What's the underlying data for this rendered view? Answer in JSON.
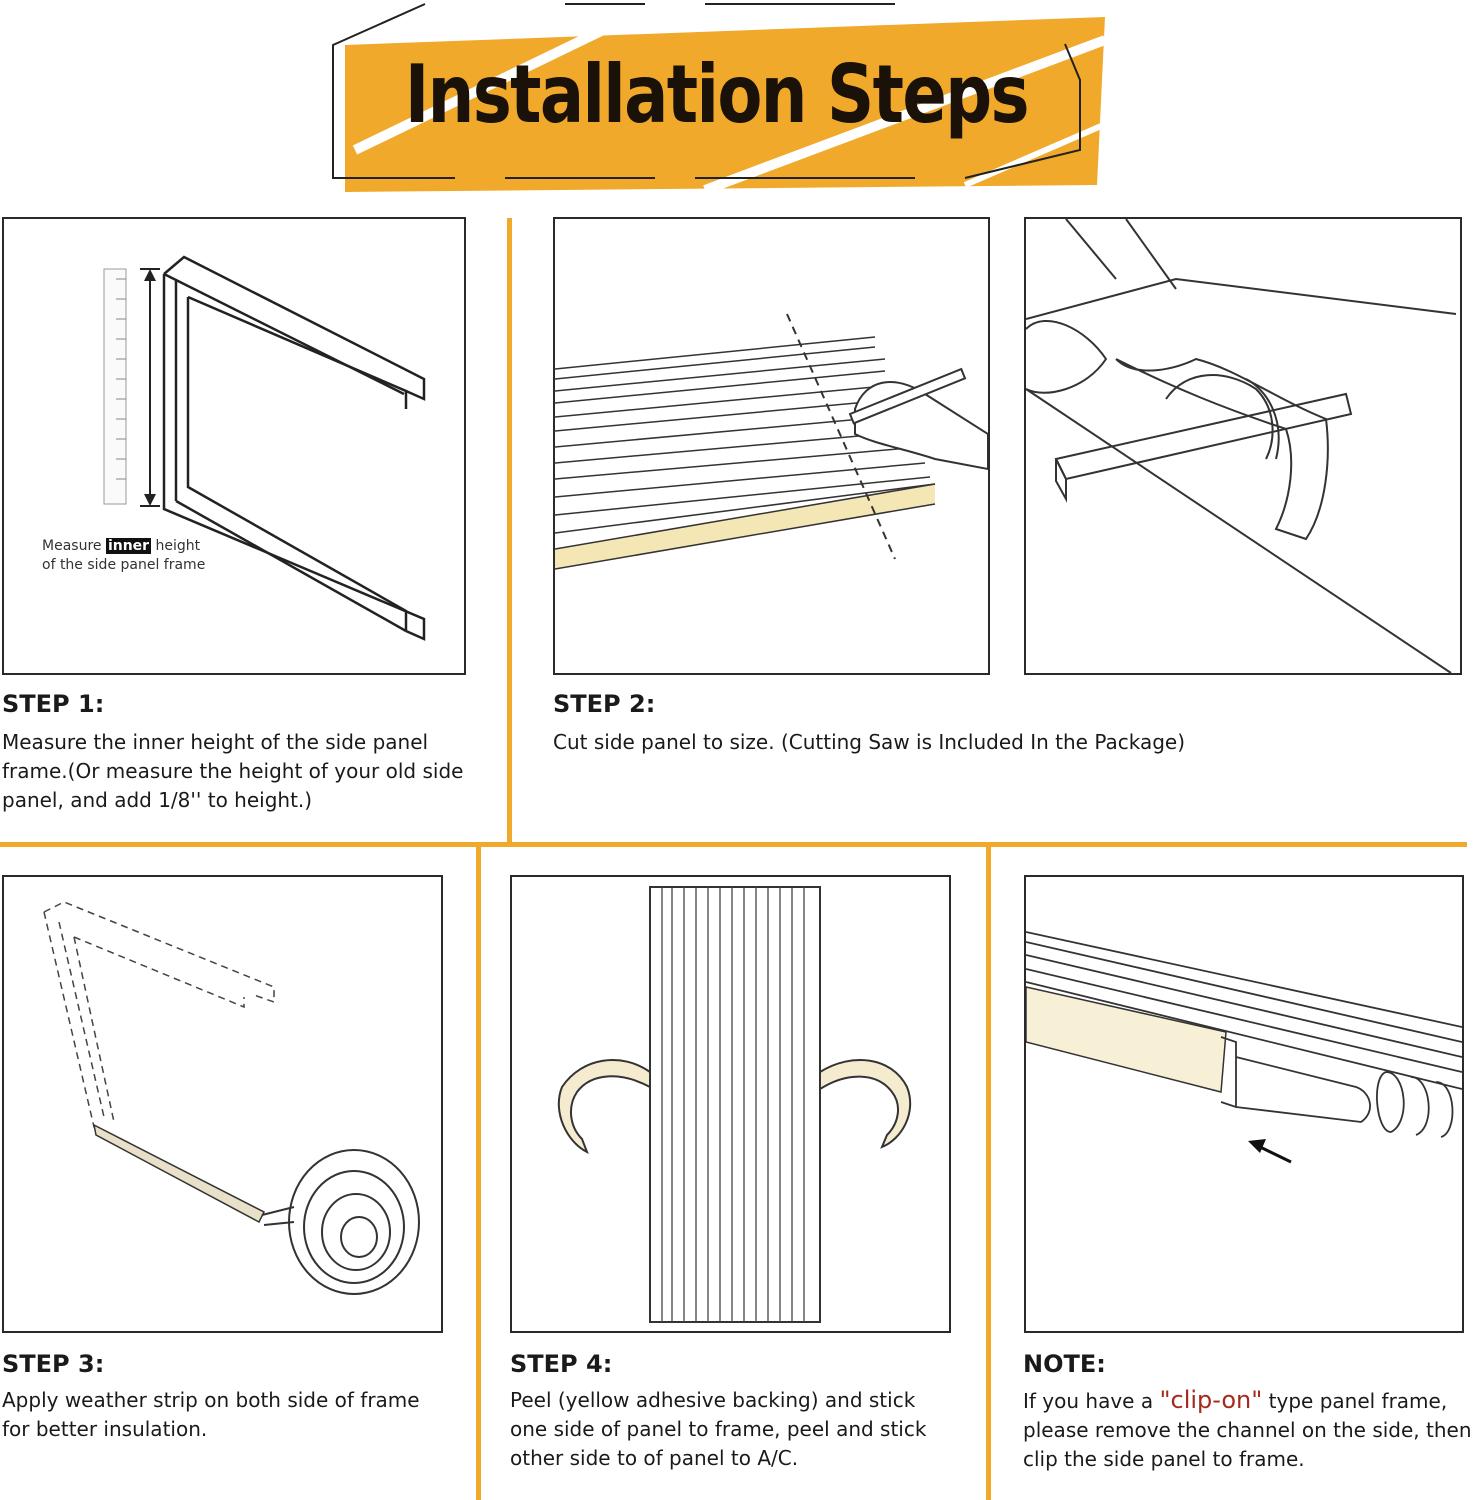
{
  "banner": {
    "title": "Installation Steps",
    "accent_color": "#f0a92a"
  },
  "divider_color": "#f0a92a",
  "panel1": {
    "label_pre": "Measure",
    "label_highlight": "inner",
    "label_post": "height",
    "label_line2": "of the side panel frame"
  },
  "step1": {
    "title": "STEP 1:",
    "line1": "Measure the inner height of the side panel",
    "line2": "frame.(Or measure the height of your old side",
    "line3": "panel, and add 1/8'' to height.)"
  },
  "step2": {
    "title": "STEP 2:",
    "line1": "Cut side panel to size. (Cutting Saw is Included In the Package)"
  },
  "step3": {
    "title": "STEP 3:",
    "line1": "Apply weather strip on both side of frame",
    "line2": "for better insulation."
  },
  "step4": {
    "title": "STEP 4:",
    "line1": "Peel (yellow adhesive backing) and stick",
    "line2": "one side of panel to frame, peel and stick",
    "line3": "other side to of panel to A/C."
  },
  "note": {
    "title": "NOTE:",
    "line1_pre": "If you have a ",
    "line1_highlight": "\"clip-on\"",
    "line1_post": " type panel frame,",
    "line2": "please remove the channel on the side, then",
    "line3": "clip the side panel to frame."
  }
}
